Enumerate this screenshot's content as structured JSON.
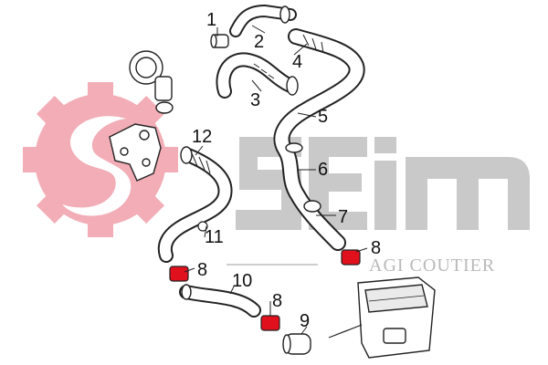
{
  "brand": {
    "logo_text": "Seim",
    "subtitle": "AGI COUTIER",
    "logo_color": "#c8c8c8",
    "gear_color": "#f2a9b3"
  },
  "parts": {
    "hose_color": "#ffffff",
    "outline_color": "#222222",
    "clamp_color": "#e0101d"
  },
  "callouts": [
    {
      "id": "1",
      "label": "1"
    },
    {
      "id": "2",
      "label": "2"
    },
    {
      "id": "3",
      "label": "3"
    },
    {
      "id": "4",
      "label": "4"
    },
    {
      "id": "5",
      "label": "5"
    },
    {
      "id": "6",
      "label": "6"
    },
    {
      "id": "7",
      "label": "7"
    },
    {
      "id": "8a",
      "label": "8"
    },
    {
      "id": "8b",
      "label": "8"
    },
    {
      "id": "8c",
      "label": "8"
    },
    {
      "id": "9",
      "label": "9"
    },
    {
      "id": "10",
      "label": "10"
    },
    {
      "id": "11",
      "label": "11"
    },
    {
      "id": "12",
      "label": "12"
    }
  ]
}
